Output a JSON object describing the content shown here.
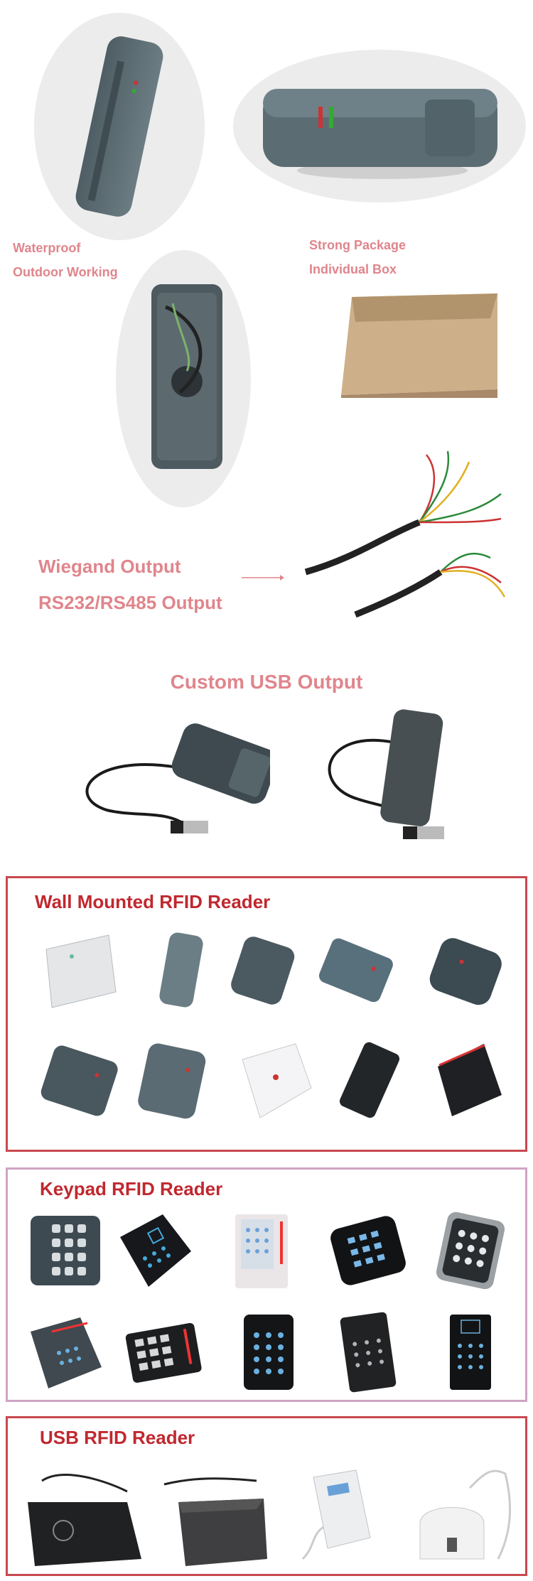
{
  "feature_labels": {
    "waterproof": "Waterproof",
    "outdoor": "Outdoor Working",
    "strong_package": "Strong Package",
    "individual_box": "Individual Box",
    "wiegand": "Wiegand Output",
    "rs232": "RS232/RS485 Output",
    "custom_usb": "Custom USB Output"
  },
  "sections": {
    "wall": {
      "title": "Wall Mounted RFID Reader",
      "border_color": "#c9484f",
      "title_color": "#c0282f"
    },
    "keypad": {
      "title": "Keypad RFID Reader",
      "border_color": "#cfa4c4",
      "title_color": "#c0282f"
    },
    "usb": {
      "title": "USB RFID Reader",
      "border_color": "#c9484f",
      "title_color": "#c0282f"
    }
  },
  "accent_color": "#e0858c"
}
